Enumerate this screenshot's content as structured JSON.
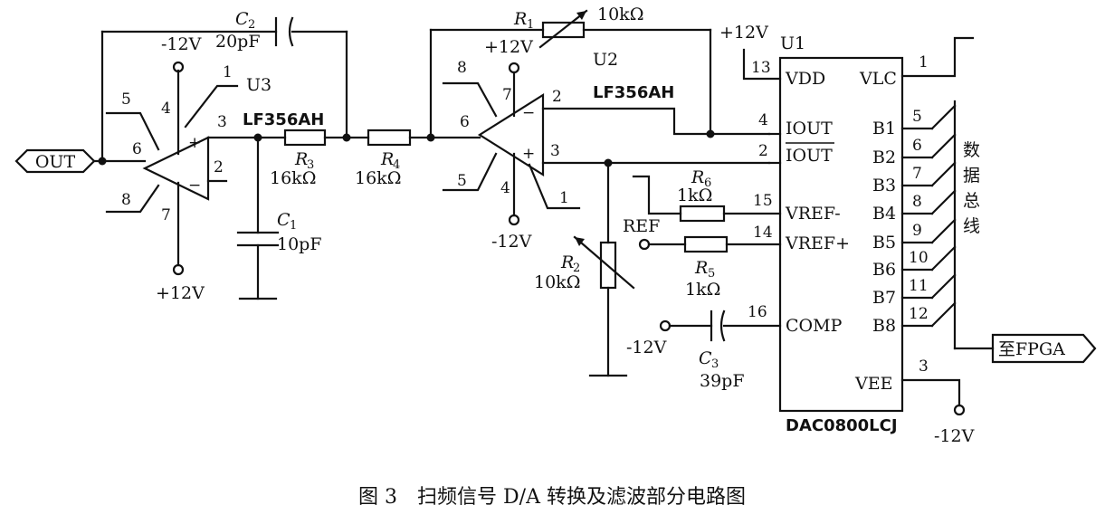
{
  "caption": "图 3　扫频信号 D/A 转换及滤波部分电路图",
  "ports": {
    "out": "OUT",
    "fpga": "至FPGA",
    "ref": "REF"
  },
  "supplies": {
    "neg": "-12V",
    "pos": "+12V"
  },
  "u3": {
    "ref": "U3",
    "part": "LF356AH",
    "pins": [
      "5",
      "6",
      "8",
      "4",
      "7",
      "1",
      "3",
      "2"
    ]
  },
  "u2": {
    "ref": "U2",
    "part": "LF356AH",
    "pins": [
      "8",
      "6",
      "5",
      "7",
      "4",
      "2",
      "3",
      "1"
    ]
  },
  "u1": {
    "ref": "U1",
    "part": "DAC0800LCJ",
    "left_pins": [
      {
        "num": "13",
        "name": "VDD"
      },
      {
        "num": "4",
        "name": "IOUT"
      },
      {
        "num": "2",
        "name": "IOUT"
      },
      {
        "num": "15",
        "name": "VREF-"
      },
      {
        "num": "14",
        "name": "VREF+"
      },
      {
        "num": "16",
        "name": "COMP"
      }
    ],
    "right_pins": [
      {
        "num": "1",
        "name": "VLC"
      },
      {
        "num": "5",
        "name": "B1"
      },
      {
        "num": "6",
        "name": "B2"
      },
      {
        "num": "7",
        "name": "B3"
      },
      {
        "num": "8",
        "name": "B4"
      },
      {
        "num": "9",
        "name": "B5"
      },
      {
        "num": "10",
        "name": "B6"
      },
      {
        "num": "11",
        "name": "B7"
      },
      {
        "num": "12",
        "name": "B8"
      },
      {
        "num": "3",
        "name": "VEE"
      }
    ]
  },
  "components": {
    "C2": {
      "sym": "C",
      "sub": "2",
      "value": "20pF"
    },
    "C1": {
      "sym": "C",
      "sub": "1",
      "value": "10pF"
    },
    "C3": {
      "sym": "C",
      "sub": "3",
      "value": "39pF"
    },
    "R1": {
      "sym": "R",
      "sub": "1",
      "value": "10kΩ"
    },
    "R2": {
      "sym": "R",
      "sub": "2",
      "value": "10kΩ"
    },
    "R3": {
      "sym": "R",
      "sub": "3",
      "value": "16kΩ"
    },
    "R4": {
      "sym": "R",
      "sub": "4",
      "value": "16kΩ"
    },
    "R5": {
      "sym": "R",
      "sub": "5",
      "value": "1kΩ"
    },
    "R6": {
      "sym": "R",
      "sub": "6",
      "value": "1kΩ"
    }
  },
  "bus_label": [
    "数",
    "据",
    "总",
    "线"
  ]
}
